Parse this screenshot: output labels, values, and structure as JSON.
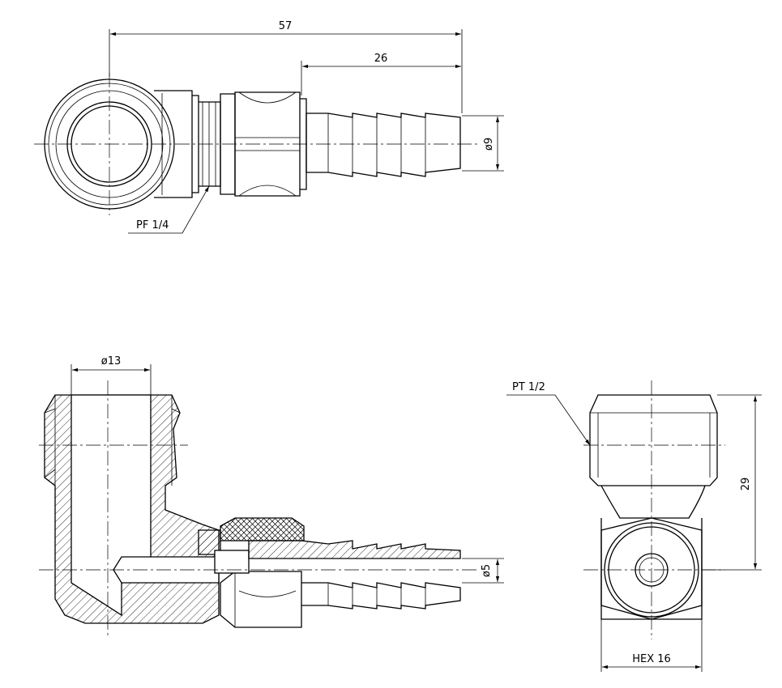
{
  "dimensions": {
    "overall_length": "57",
    "barb_length": "26",
    "barb_diameter": "ø9",
    "thread_pf": "PF 1/4",
    "bore_diameter": "ø13",
    "inner_diameter": "ø5",
    "thread_pt": "PT 1/2",
    "height": "29",
    "hex_size": "HEX 16"
  }
}
